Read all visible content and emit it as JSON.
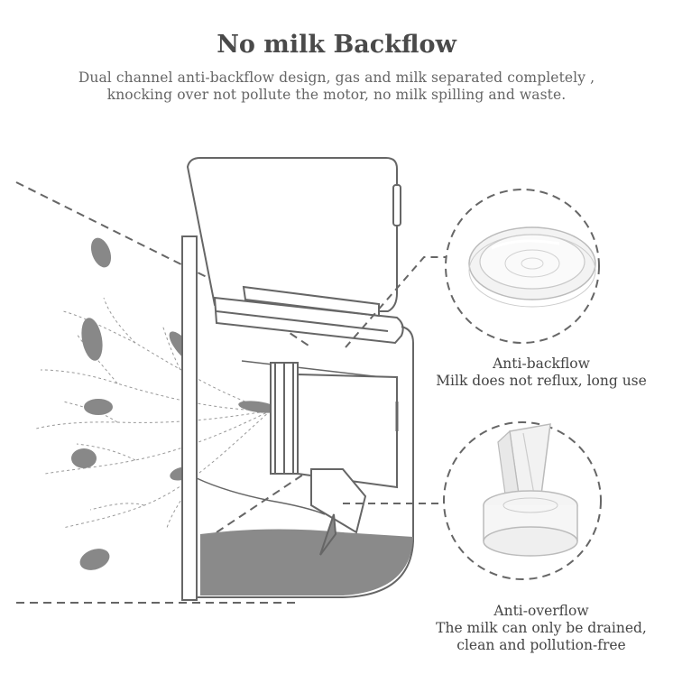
{
  "header": {
    "title": "No milk Backflow",
    "subtitle_line1": "Dual channel anti-backflow design, gas and milk separated completely ,",
    "subtitle_line2": "knocking over not pollute the motor, no milk spilling and waste."
  },
  "callouts": [
    {
      "name": "Anti-backflow",
      "line1": "Anti-backflow",
      "line2": "Milk does not reflux, long use"
    },
    {
      "name": "Anti-overflow",
      "line1": "Anti-overflow",
      "line2": "The milk can only be drained,",
      "line3": "clean and pollution-free"
    }
  ],
  "colors": {
    "line": "#666666",
    "milk": "#8a8a8a",
    "text": "#444444"
  }
}
